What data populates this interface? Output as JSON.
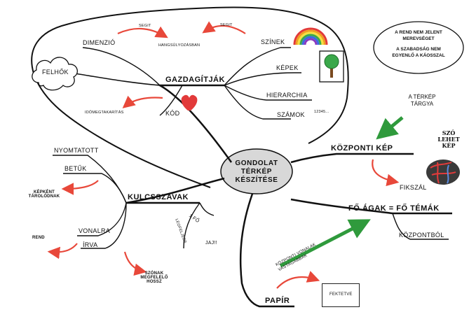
{
  "center": {
    "line1": "GONDOLAT",
    "line2": "TÉRKÉP",
    "line3": "KÉSZÍTÉSE"
  },
  "branches": {
    "gazdagitjak": {
      "label": "GAZDAGÍTJÁK",
      "children": {
        "dimenzio": "DIMENZIÓ",
        "hangsulyozasban": "HANGSÚLYOZÁSBAN",
        "szinek": "SZÍNEK",
        "seg1": "SEGIT",
        "seg2": "SEGIT",
        "felhok": "FELHŐK",
        "kepek": "KÉPEK",
        "hierarchia": "HIERARCHIA",
        "szamok": "SZÁMOK",
        "szamok_extra": "12345...",
        "kod": "KÓD",
        "idomegtakaritas": "IDŐMEGTAKARÍTÁS"
      }
    },
    "kulcsszavak": {
      "label": "KULCSSZAVAK",
      "children": {
        "nyomtatott": "NYOMTATOTT",
        "betuk": "BETŰK",
        "kepkent": [
          "KÉPKÉNT",
          "TÁROLÓDNAK"
        ],
        "vonalra": "VONALRA",
        "irva": "ÍRVA",
        "rend": "REND",
        "szonak": [
          "SZÓNAK",
          "MEGFELELŐ",
          "HOSSZ"
        ],
        "egy_fo": "1 FŐ",
        "legfeljebb": "LEGFELJEBB",
        "jaj": "JAJ!!"
      }
    },
    "kozponti_kep": {
      "label": "KÖZPONTI KÉP",
      "children": {
        "fikszal": "FIKSZÁL",
        "szo_lehet_kep": [
          "SZÓ",
          "LEHET",
          "KÉP"
        ],
        "terkep_targya": [
          "A TÉRKÉP",
          "TÁRGYA"
        ]
      }
    },
    "fo_agak": {
      "label": "FŐ ÁGAK = FŐ TÉMÁK",
      "children": {
        "kozpontbol": "KÖZPONTBÓL",
        "kozponti_vonalak": [
          "KÖZPONTI VONALAK",
          "VASTAGABBAK"
        ]
      }
    },
    "papir": {
      "label": "PAPÍR",
      "children": {
        "fektetve": "FEKTETVE"
      }
    }
  },
  "note": {
    "line1": "A REND NEM JELENT",
    "line2": "MEREVSÉGET",
    "line3": "A SZABADSÁG NEM",
    "line4": "EGYENLŐ A KÁOSSZAL"
  },
  "colors": {
    "arrow_red": "#e8483a",
    "arrow_green": "#2f9a3c",
    "heart": "#e23a3a",
    "center_fill": "#d8d8d8",
    "ink": "#111111"
  }
}
